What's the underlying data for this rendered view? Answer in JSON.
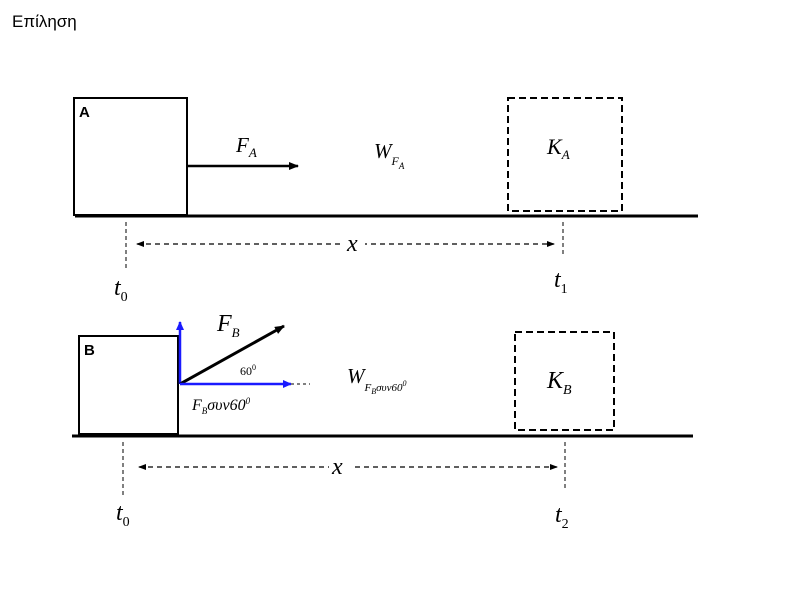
{
  "title": "Επίληση",
  "colors": {
    "ink": "#000000",
    "component_arrow": "#1a1aff"
  },
  "part_a": {
    "box_label": "A",
    "force": "F",
    "force_sub": "A",
    "work": "W",
    "work_sub_main": "F",
    "work_sub_sub": "A",
    "energy": "K",
    "energy_sub": "A",
    "distance": "x",
    "time_start": "t",
    "time_start_sub": "0",
    "time_end": "t",
    "time_end_sub": "1"
  },
  "part_b": {
    "box_label": "B",
    "force": "F",
    "force_sub": "B",
    "angle": "60",
    "angle_sup": "0",
    "component": "F",
    "component_sub": "B",
    "component_suffix": "συν60",
    "component_sup": "0",
    "work": "W",
    "work_sub_main": "F",
    "work_sub_sub": "B",
    "work_sub_suffix": "συν60",
    "work_sub_sup": "0",
    "energy": "K",
    "energy_sub": "B",
    "distance": "x",
    "time_start": "t",
    "time_start_sub": "0",
    "time_end": "t",
    "time_end_sub": "2"
  }
}
